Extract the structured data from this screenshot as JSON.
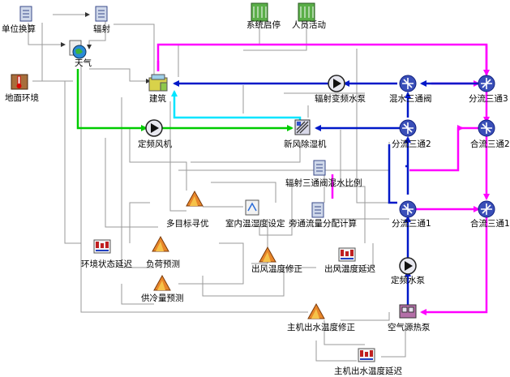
{
  "diagram": {
    "components": {
      "unit_conversion": "单位换算",
      "radiation": "辐射",
      "weather": "天气",
      "ground_env": "地面环境",
      "building": "建筑",
      "system_start_stop": "系统启停",
      "occupant_activity": "人员活动",
      "radiant_vfd_pump": "辐射变频水泵",
      "mixing_three_way_valve": "混水三通阀",
      "split_tee_3": "分流三通3",
      "merge_tee_2": "合流三通2",
      "split_tee_2": "分流三通2",
      "constant_fan": "定频风机",
      "fresh_air_dehumidifier": "新风除湿机",
      "radiant_valve_mix_ratio": "辐射三通阀混水比例",
      "multi_objective_opt": "多目标寻优",
      "indoor_th_setting": "室内温湿度设定",
      "bypass_flow_calc": "旁通流量分配计算",
      "split_tee_1": "分流三通1",
      "merge_tee_1": "合流三通1",
      "env_state_delay": "环境状态延迟",
      "load_forecast": "负荷预测",
      "outlet_air_temp_correction": "出风温度修正",
      "outlet_air_temp_delay": "出风温度延迟",
      "constant_pump": "定频水泵",
      "cooling_supply_forecast": "供冷量预测",
      "chiller_outlet_temp_correction": "主机出水温度修正",
      "air_source_heat_pump": "空气源热泵",
      "chiller_outlet_temp_delay": "主机出水温度延迟"
    },
    "colors": {
      "supply_water": "#0018c8",
      "return_water": "#ff00ff",
      "air": "#00cc00",
      "cyan_air": "#00e5ff",
      "control": "#8a8a8a"
    }
  }
}
